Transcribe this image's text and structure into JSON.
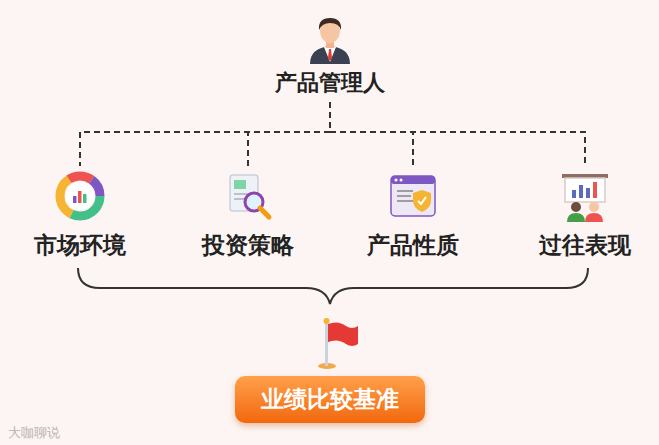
{
  "diagram": {
    "nodes": [
      {
        "text": [
          "产品管理人"
        ]
      },
      {
        "text": [
          "市场环境"
        ]
      },
      {
        "text": [
          "投资策略"
        ]
      },
      {
        "text": [
          "产品性质"
        ]
      },
      {
        "text": [
          "过往表现"
        ]
      },
      {
        "text": [
          "业绩比较基准"
        ]
      }
    ],
    "edges": [
      {
        "from": 0,
        "to": 1,
        "arrow": "none"
      },
      {
        "from": 0,
        "to": 2,
        "arrow": "none"
      },
      {
        "from": 0,
        "to": 3,
        "arrow": "none"
      },
      {
        "from": 0,
        "to": 4,
        "arrow": "none"
      }
    ],
    "labels": [
      "大咖聊说"
    ]
  }
}
